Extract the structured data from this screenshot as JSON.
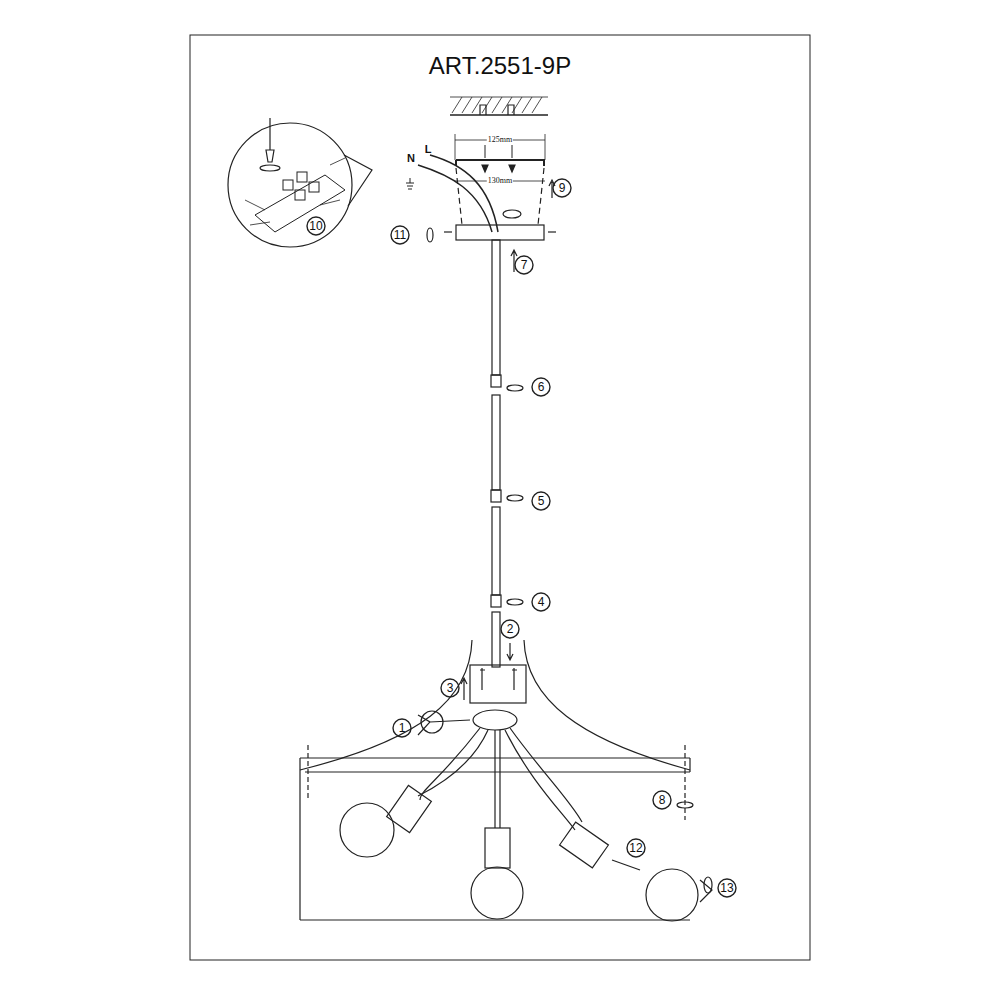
{
  "diagram": {
    "title": "ART.2551-9P",
    "labels": [
      "125mm",
      "130mm",
      "N",
      "L",
      "1",
      "2",
      "3",
      "4",
      "5",
      "6",
      "7",
      "8",
      "9",
      "10",
      "11",
      "12",
      "13"
    ]
  }
}
